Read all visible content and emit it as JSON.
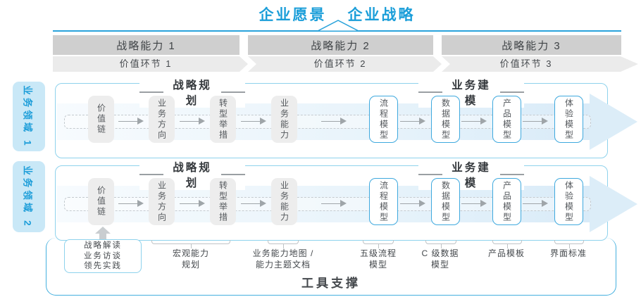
{
  "header": {
    "vision": "企业愿景",
    "strategy": "企业战略"
  },
  "capabilities": [
    {
      "label": "战略能力 1"
    },
    {
      "label": "战略能力 2"
    },
    {
      "label": "战略能力 3"
    }
  ],
  "value_chain": [
    {
      "label": "价值环节 1"
    },
    {
      "label": "价值环节 2"
    },
    {
      "label": "价值环节 3"
    }
  ],
  "domains": [
    {
      "label": "业务领域 1"
    },
    {
      "label": "业务领域 2"
    }
  ],
  "row": {
    "planning_header": "战略规划",
    "modeling_header": "业务建模",
    "boxes": [
      {
        "label": "价值链",
        "style": "gray"
      },
      {
        "label": "业务方向",
        "style": "gray"
      },
      {
        "label": "转型举措",
        "style": "gray"
      },
      {
        "label": "业务能力",
        "style": "gray"
      },
      {
        "label": "流程模型",
        "style": "blue"
      },
      {
        "label": "数据模型",
        "style": "blue"
      },
      {
        "label": "产品模型",
        "style": "blue"
      },
      {
        "label": "体验模型",
        "style": "blue"
      }
    ]
  },
  "bottom": {
    "practice_lines": [
      "战略解读",
      "业务访谈",
      "领先实践"
    ],
    "labels": [
      {
        "line1": "宏观能力",
        "line2": "规划"
      },
      {
        "line1": "业务能力地图 /",
        "line2": "能力主题文档"
      },
      {
        "line1": "五级流程",
        "line2": "模型"
      },
      {
        "line1": "C 级数据",
        "line2": "模型"
      },
      {
        "line1": "产品模板",
        "line2": ""
      },
      {
        "line1": "界面标准",
        "line2": ""
      }
    ],
    "tools_label": "工具支撑"
  },
  "colors": {
    "title_blue": "#1B9ED9",
    "line_blue": "#29A3DB",
    "container_border_blue": "#8ED2EC",
    "model_box_border_blue": "#3FA9DE",
    "tools_border_blue": "#45B0DF",
    "band_fill": "#DCEDF8",
    "capability_bar_gray": "#CFCFCF",
    "chevron_gray": "#EBEBEB",
    "box_gray": "#EDEDED",
    "arrow_gray": "#9FA5A9",
    "domain_tab_bg": "#C9E8F7",
    "text_dark": "#45494D"
  }
}
